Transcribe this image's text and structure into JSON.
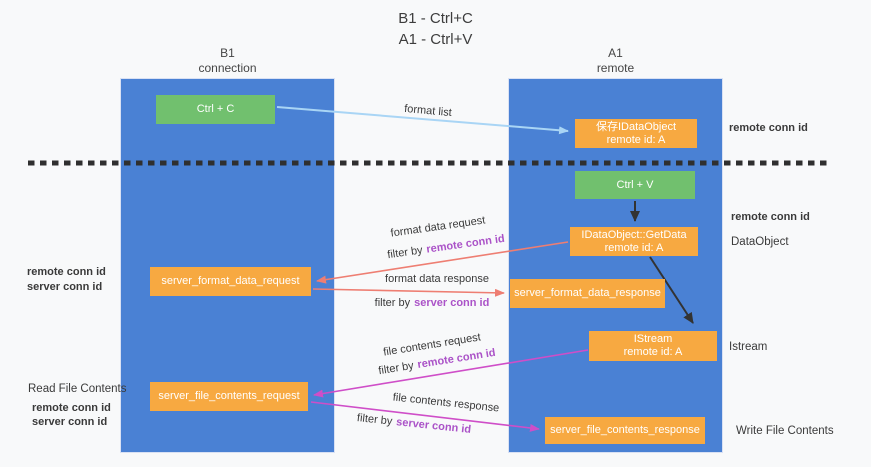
{
  "title": {
    "line1": "B1 - Ctrl+C",
    "line2": "A1 - Ctrl+V"
  },
  "lanes": {
    "left": {
      "title": "B1",
      "subtitle": "connection"
    },
    "right": {
      "title": "A1",
      "subtitle": "remote"
    }
  },
  "boxes": {
    "ctrl_c": "Ctrl + C",
    "ctrl_v": "Ctrl + V",
    "save_idataobject": {
      "line1": "保存IDataObject",
      "line2": "remote id: A"
    },
    "getdata": {
      "line1": "IDataObject::GetData",
      "line2": "remote id: A"
    },
    "istream": {
      "line1": "IStream",
      "line2": "remote id: A"
    },
    "server_format_data_request": "server_format_data_request",
    "server_format_data_response": "server_format_data_response",
    "server_file_contents_request": "server_file_contents_request",
    "server_file_contents_response": "server_file_contents_response"
  },
  "flow_labels": {
    "format_list": "format list",
    "format_data_request": "format data request",
    "format_data_request_filter": {
      "prefix": "filter by",
      "key": "remote conn id"
    },
    "format_data_response": "format data response",
    "format_data_response_filter": {
      "prefix": "filter by",
      "key": "server conn id"
    },
    "file_contents_request": "file contents request",
    "file_contents_request_filter": {
      "prefix": "filter by",
      "key": "remote conn id"
    },
    "file_contents_response": "file contents response",
    "file_contents_response_filter": {
      "prefix": "filter by",
      "key": "server conn id"
    }
  },
  "side_labels": {
    "right_remote_conn_id_top": "remote conn id",
    "right_remote_conn_id_mid": "remote conn id",
    "dataobject": "DataObject",
    "istream": "Istream",
    "write_file_contents": "Write File Contents",
    "left_remote_conn_id_top": "remote conn id",
    "left_server_conn_id_top": "server conn id",
    "read_file_contents": "Read File Contents",
    "left_remote_conn_id_bottom": "remote conn id",
    "left_server_conn_id_bottom": "server conn id"
  },
  "colors": {
    "lane_blue": "#4a81d4",
    "box_green": "#71c06e",
    "box_orange": "#f7a941",
    "text_purple": "#ab53c8",
    "text_green": "#68bd68",
    "arrow_salmon": "#ee7e72",
    "arrow_magenta": "#cf4ec8",
    "arrow_lightblue": "#a9d5f5",
    "divider_black": "#2f2f2f"
  }
}
